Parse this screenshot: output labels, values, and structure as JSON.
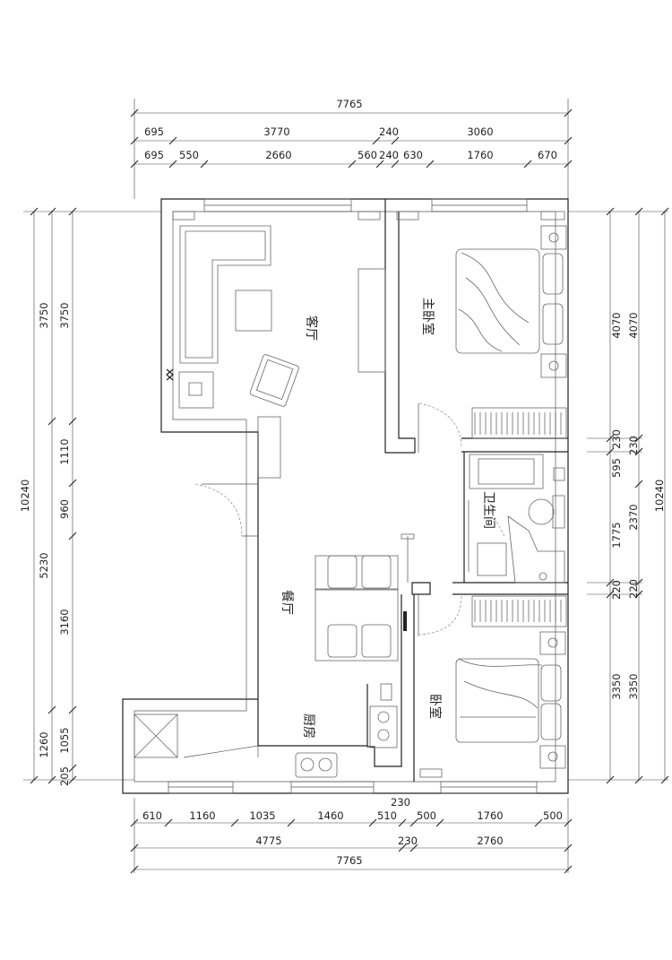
{
  "rooms": {
    "living": "客厅",
    "master_bedroom": "主卧室",
    "bathroom": "卫生间",
    "dining": "餐厅",
    "kitchen": "厨房",
    "bedroom": "卧室"
  },
  "dims_top": {
    "total": "7765",
    "row1": [
      "695",
      "3770",
      "240",
      "3060"
    ],
    "row2": [
      "695",
      "550",
      "2660",
      "560",
      "240",
      "630",
      "1760",
      "670"
    ]
  },
  "dims_bottom": {
    "row1": [
      "610",
      "1160",
      "1035",
      "1460",
      "510",
      "500",
      "1760",
      "500"
    ],
    "mid": "230",
    "row2": [
      "4775",
      "230",
      "2760"
    ],
    "total": "7765"
  },
  "dims_left": {
    "total": "10240",
    "row1": [
      "3750",
      "5230",
      "1260"
    ],
    "row2": [
      "3750",
      "1110",
      "960",
      "3160",
      "1055",
      "205"
    ]
  },
  "dims_right": {
    "total": "10240",
    "row1": [
      "4070",
      "230",
      "2370",
      "220",
      "3350"
    ],
    "row2": [
      "4070",
      "230",
      "595",
      "1775",
      "220",
      "3350"
    ]
  }
}
